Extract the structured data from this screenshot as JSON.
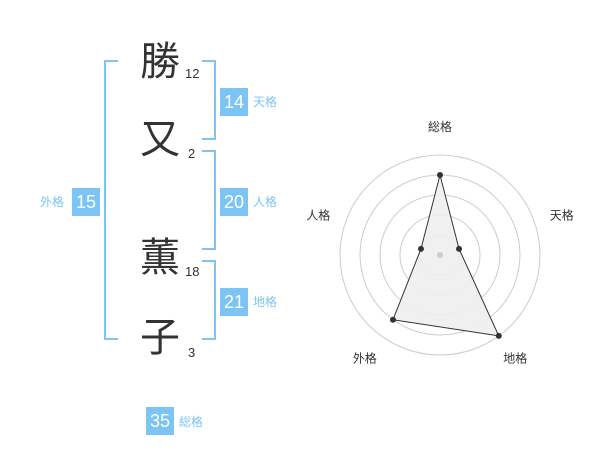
{
  "name": {
    "characters": [
      {
        "char": "勝",
        "strokes": "12"
      },
      {
        "char": "又",
        "strokes": "2"
      },
      {
        "char": "薫",
        "strokes": "18"
      },
      {
        "char": "子",
        "strokes": "3"
      }
    ]
  },
  "kakusu": {
    "tenkaku": {
      "value": "14",
      "label": "天格"
    },
    "jinkaku": {
      "value": "20",
      "label": "人格"
    },
    "chikaku": {
      "value": "21",
      "label": "地格"
    },
    "gaikaku": {
      "value": "15",
      "label": "外格"
    },
    "soukaku": {
      "value": "35",
      "label": "総格"
    }
  },
  "chart_data": {
    "type": "radar",
    "axes": [
      "総格",
      "天格",
      "地格",
      "外格",
      "人格"
    ],
    "values": [
      4,
      1,
      5,
      4,
      1
    ],
    "max": 5,
    "rings": 5,
    "colors": {
      "fill": "#eeeeee",
      "stroke": "#333333",
      "grid": "#cccccc",
      "accent": "#7cc4f4"
    }
  }
}
